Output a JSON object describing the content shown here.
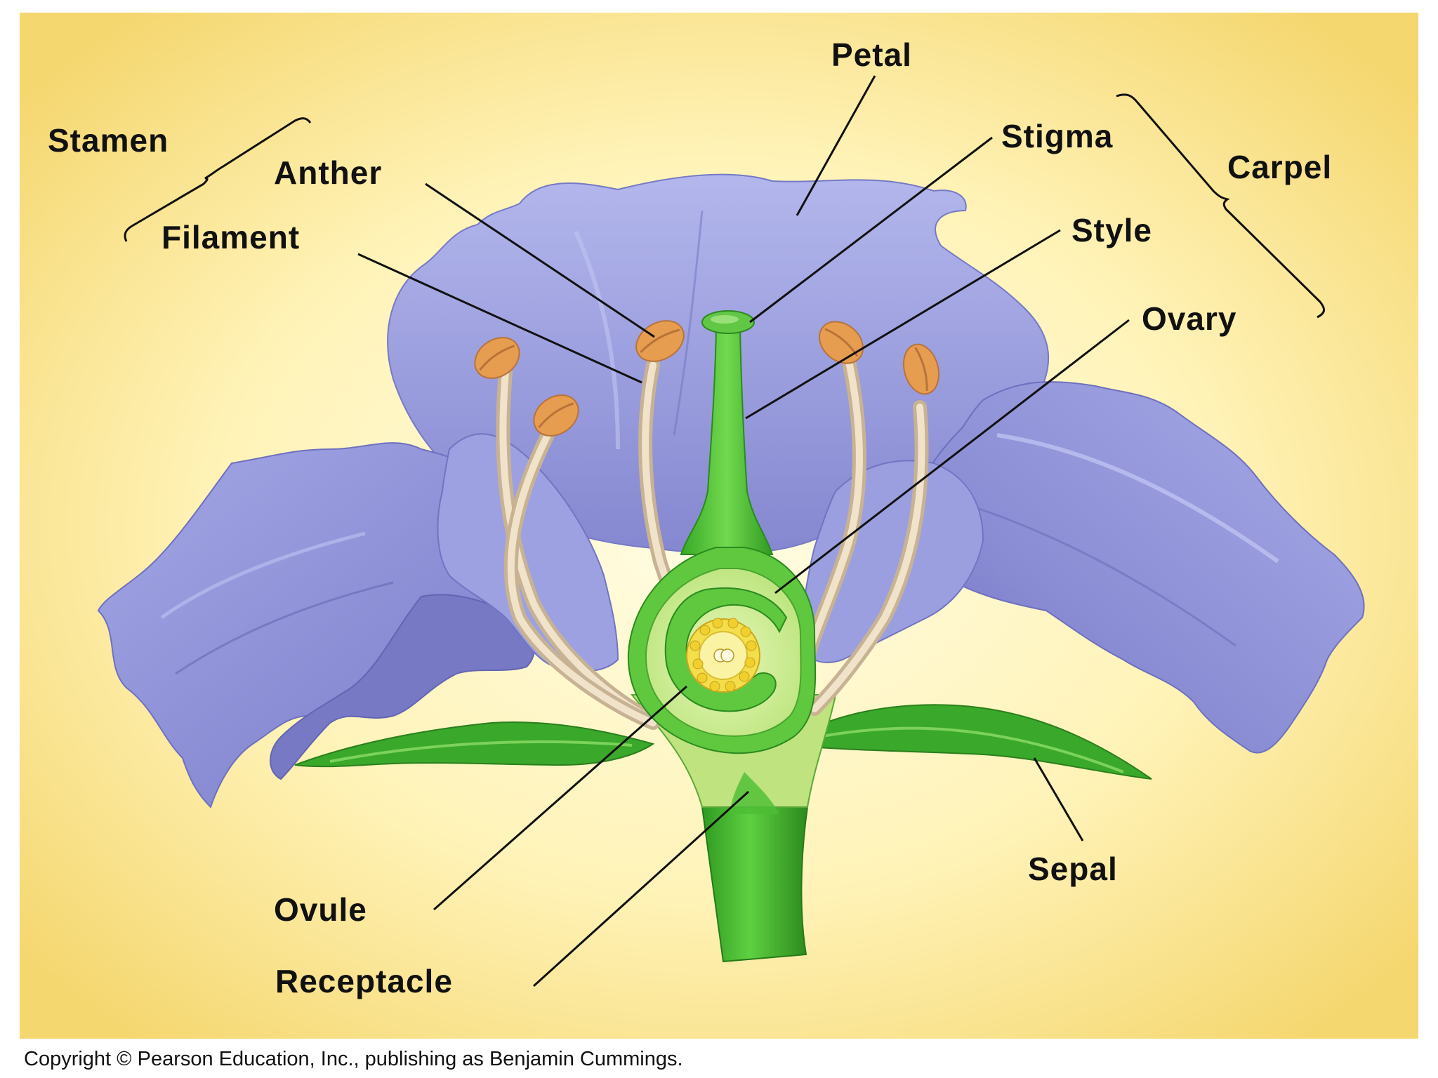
{
  "labels": {
    "stamen": "Stamen",
    "anther": "Anther",
    "filament": "Filament",
    "petal": "Petal",
    "stigma": "Stigma",
    "style": "Style",
    "carpel": "Carpel",
    "ovary": "Ovary",
    "ovule": "Ovule",
    "receptacle": "Receptacle",
    "sepal": "Sepal"
  },
  "copyright": "Copyright © Pearson Education, Inc., publishing as Benjamin Cummings.",
  "colors": {
    "background_center": "#fffde0",
    "background_edge": "#f7dc7a",
    "petal": "#8d8fd6",
    "petal_dark": "#6f6fbf",
    "petal_light": "#aeb3e8",
    "green": "#3fb82a",
    "green_dark": "#2f8f1f",
    "green_light": "#b5e27a",
    "filament": "#ead7bb",
    "anther": "#e9a55c",
    "ovule": "#f3dd45"
  }
}
